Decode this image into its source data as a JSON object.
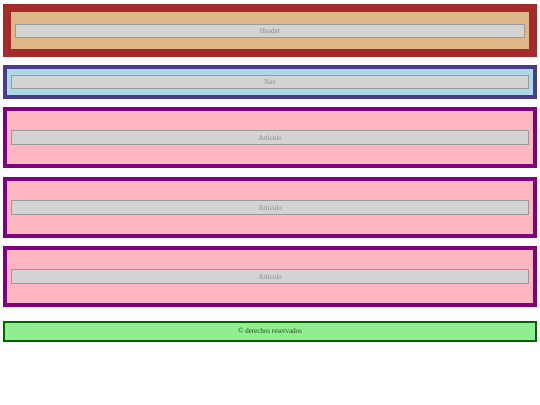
{
  "header": {
    "label": "Header"
  },
  "nav": {
    "label": "Nav"
  },
  "articles": [
    {
      "label": "Artículo"
    },
    {
      "label": "Artículo"
    },
    {
      "label": "Artículo"
    }
  ],
  "footer": {
    "text": "© derechos reservados"
  },
  "colors": {
    "header_border": "#a52a2a",
    "header_fill": "#deb887",
    "nav_border": "#483d8b",
    "nav_fill": "#add8e6",
    "article_border": "#800080",
    "article_fill": "#ffb6c1",
    "label_fill": "#d3d3d3",
    "footer_border": "#006400",
    "footer_fill": "#90ee90"
  }
}
